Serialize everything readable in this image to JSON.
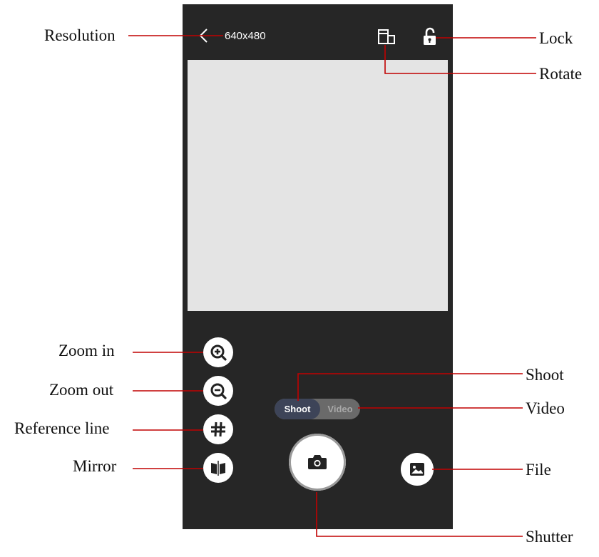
{
  "topbar": {
    "resolution": "640x480"
  },
  "toggle": {
    "shoot": "Shoot",
    "video": "Video"
  },
  "callouts": {
    "resolution": "Resolution",
    "lock": "Lock",
    "rotate": "Rotate",
    "zoom_in": "Zoom in",
    "zoom_out": "Zoom out",
    "reference_line": "Reference line",
    "mirror": "Mirror",
    "shoot": "Shoot",
    "video": "Video",
    "file": "File",
    "shutter": "Shutter"
  },
  "icons": {
    "back": "chevron-left-icon",
    "rotate": "rotate-icon",
    "lock": "unlock-icon",
    "zoom_in": "zoom-in-icon",
    "zoom_out": "zoom-out-icon",
    "grid": "grid-icon",
    "mirror": "mirror-icon",
    "camera": "camera-icon",
    "file": "image-icon"
  },
  "colors": {
    "phone_bg": "#262626",
    "preview_bg": "#e4e4e4",
    "callout_line": "#c00000",
    "toggle_active": "#3d4458",
    "toggle_inactive": "#6a6a6a"
  }
}
